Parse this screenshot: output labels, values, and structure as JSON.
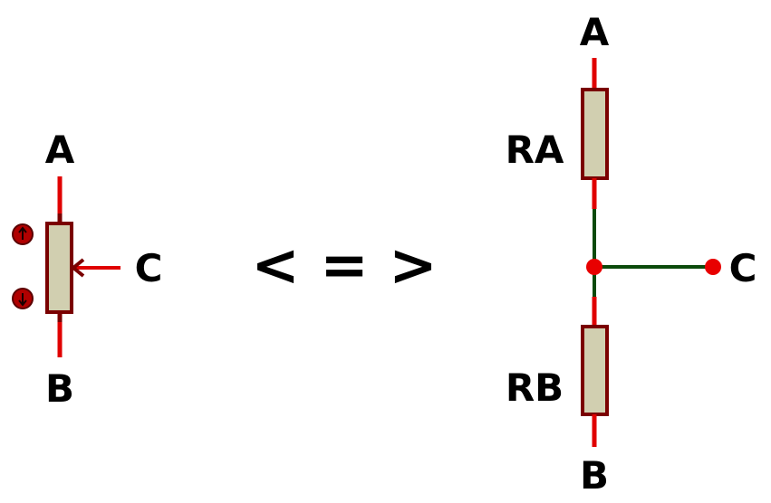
{
  "colors": {
    "wire": "#e00000",
    "body_fill": "#d1cfb0",
    "body_stroke": "#7a0000",
    "node": "#e80000",
    "net": "#0b4a0b",
    "text": "#000000"
  },
  "left_pot": {
    "label_a": "A",
    "label_b": "B",
    "label_c": "C",
    "up_icon": "arrow-up-circle-icon",
    "down_icon": "arrow-down-circle-icon"
  },
  "equivalence": {
    "symbol": "< = >"
  },
  "right_circuit": {
    "label_a": "A",
    "label_ra": "RA",
    "label_c": "C",
    "label_rb": "RB",
    "label_b": "B"
  }
}
